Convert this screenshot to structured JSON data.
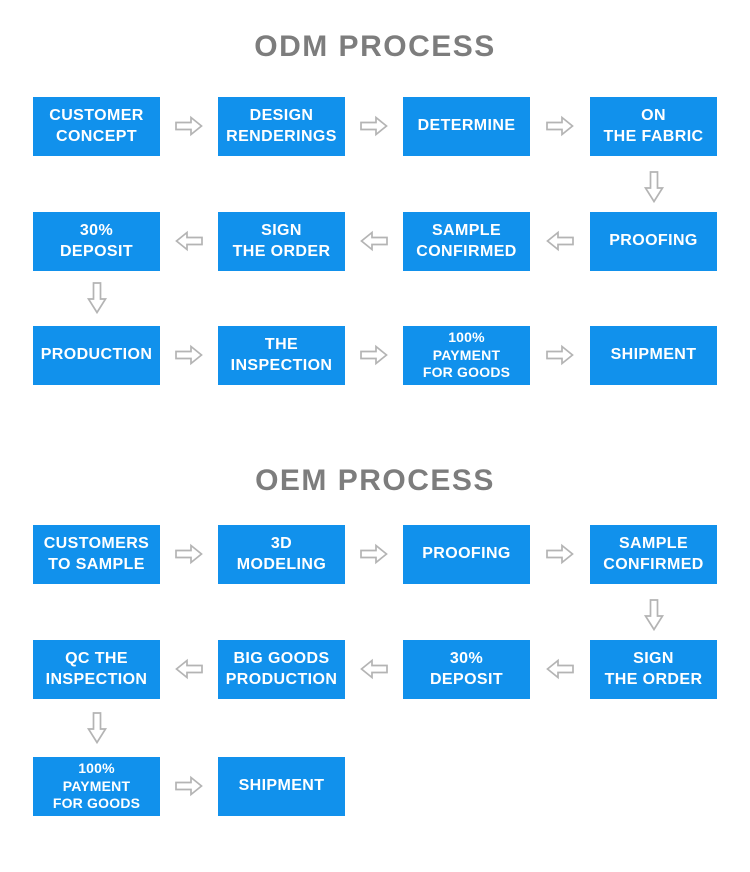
{
  "colors": {
    "box_blue": "#1191ec",
    "box_text": "#ffffff",
    "title_gray": "#7d7d7d",
    "arrow_gray": "#b4b4b4"
  },
  "odm": {
    "title": "ODM PROCESS",
    "row1": {
      "box1": [
        "CUSTOMER",
        "CONCEPT"
      ],
      "box2": [
        "DESIGN",
        "RENDERINGS"
      ],
      "box3": [
        "DETERMINE"
      ],
      "box4": [
        "ON",
        "THE FABRIC"
      ]
    },
    "row2": {
      "box1": [
        "30%",
        "DEPOSIT"
      ],
      "box2": [
        "SIGN",
        "THE ORDER"
      ],
      "box3": [
        "SAMPLE",
        "CONFIRMED"
      ],
      "box4": [
        "PROOFING"
      ]
    },
    "row3": {
      "box1": [
        "PRODUCTION"
      ],
      "box2": [
        "THE",
        "INSPECTION"
      ],
      "box3": [
        "100%",
        "PAYMENT",
        "FOR GOODS"
      ],
      "box4": [
        "SHIPMENT"
      ]
    }
  },
  "oem": {
    "title": "OEM PROCESS",
    "row1": {
      "box1": [
        "CUSTOMERS",
        "TO SAMPLE"
      ],
      "box2": [
        "3D",
        "MODELING"
      ],
      "box3": [
        "PROOFING"
      ],
      "box4": [
        "SAMPLE",
        "CONFIRMED"
      ]
    },
    "row2": {
      "box1": [
        "QC THE",
        "INSPECTION"
      ],
      "box2": [
        "BIG GOODS",
        "PRODUCTION"
      ],
      "box3": [
        "30%",
        "DEPOSIT"
      ],
      "box4": [
        "SIGN",
        "THE ORDER"
      ]
    },
    "row3": {
      "box1": [
        "100%",
        "PAYMENT",
        "FOR GOODS"
      ],
      "box2": [
        "SHIPMENT"
      ]
    }
  }
}
